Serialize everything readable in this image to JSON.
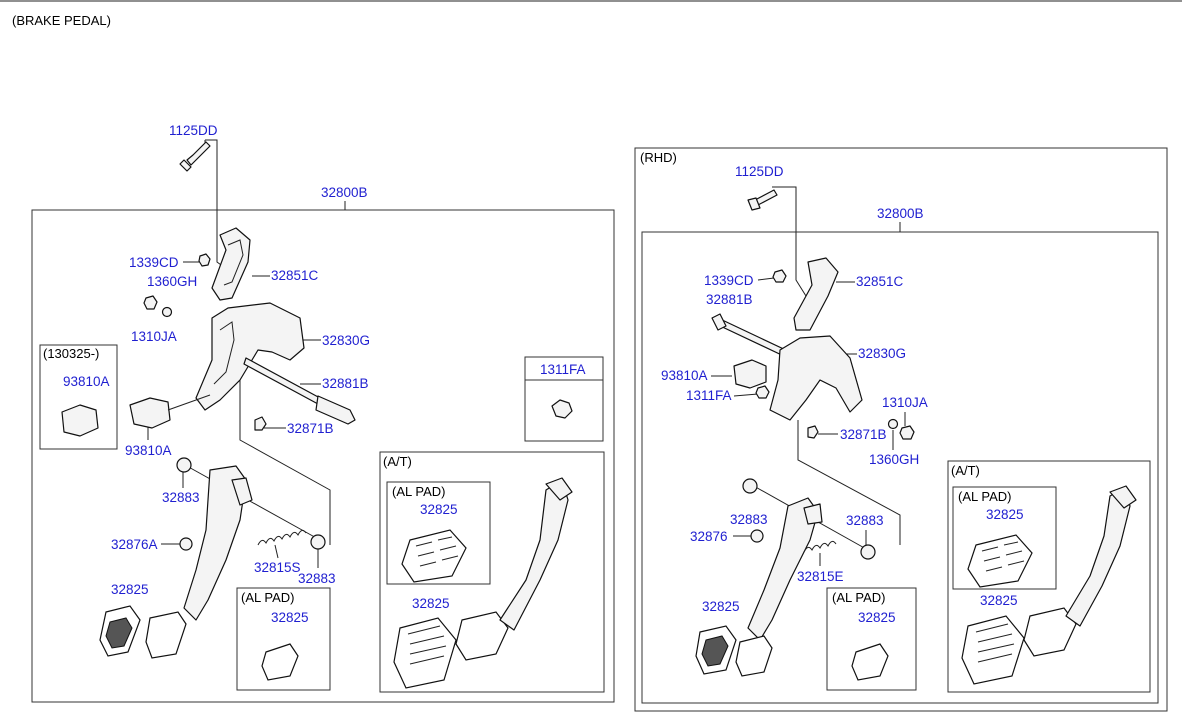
{
  "page": {
    "title": "(BRAKE PEDAL)",
    "colors": {
      "label": "#1f1fd0",
      "line": "#222222",
      "background": "#ffffff"
    }
  },
  "left": {
    "main_assy": "32800B",
    "bolt_top": "1125DD",
    "nut_1339": "1339CD",
    "washer_1360": "1360GH",
    "nut_1310": "1310JA",
    "bracket_32851": "32851C",
    "member_32830": "32830G",
    "bolt_32881": "32881B",
    "nut_32871": "32871B",
    "switch_93810": "93810A",
    "bushing_32883_a": "32883",
    "stopper_32876": "32876A",
    "spring_32815": "32815S",
    "bushing_32883_b": "32883",
    "pad_32825": "32825",
    "variant_box": {
      "header": "(130325-)",
      "label": "93810A"
    },
    "nut_box": {
      "header": "1311FA"
    },
    "al_pad": {
      "header": "(AL PAD)",
      "label": "32825"
    },
    "at": {
      "header": "(A/T)",
      "al_pad_header": "(AL PAD)",
      "al_pad_label": "32825",
      "pad_label": "32825"
    }
  },
  "rhd": {
    "header": "(RHD)",
    "main_assy": "32800B",
    "bolt_top": "1125DD",
    "nut_1339": "1339CD",
    "bolt_32881": "32881B",
    "switch_93810": "93810A",
    "nut_1311": "1311FA",
    "bracket_32851": "32851C",
    "member_32830": "32830G",
    "nut_1310": "1310JA",
    "nut_32871": "32871B",
    "washer_1360": "1360GH",
    "bushing_32883_a": "32883",
    "bushing_32883_b": "32883",
    "stopper_32876": "32876",
    "spring_32815": "32815E",
    "pad_32825": "32825",
    "al_pad": {
      "header": "(AL PAD)",
      "label": "32825"
    },
    "at": {
      "header": "(A/T)",
      "al_pad_header": "(AL PAD)",
      "al_pad_label": "32825",
      "pad_label": "32825"
    }
  }
}
